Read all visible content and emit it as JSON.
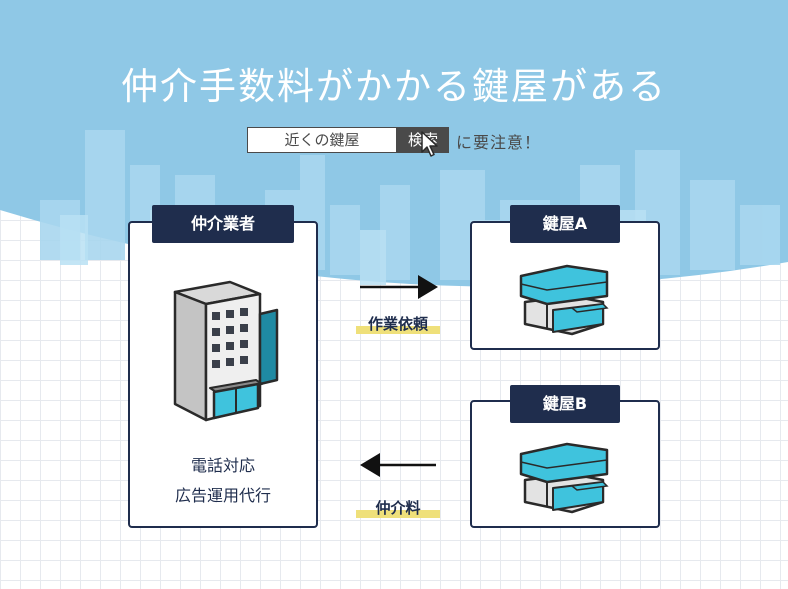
{
  "title": "仲介手数料がかかる鍵屋がある",
  "search": {
    "query": "近くの鍵屋",
    "button_label": "検索",
    "warning": "に要注意！"
  },
  "intermediary": {
    "label": "仲介業者",
    "captions": [
      "電話対応",
      "広告運用代行"
    ],
    "icon": "office-building-icon"
  },
  "shop_a": {
    "label": "鍵屋A",
    "icon": "store-icon"
  },
  "shop_b": {
    "label": "鍵屋B",
    "icon": "store-icon"
  },
  "flows": [
    {
      "label": "作業依頼",
      "direction": "right"
    },
    {
      "label": "仲介料",
      "direction": "left"
    }
  ],
  "colors": {
    "sky": "#8fc8e6",
    "city_light": "#a9d7ef",
    "navy": "#1f2d4d",
    "highlight": "#efe07a",
    "store_roof": "#3fc3dd"
  }
}
